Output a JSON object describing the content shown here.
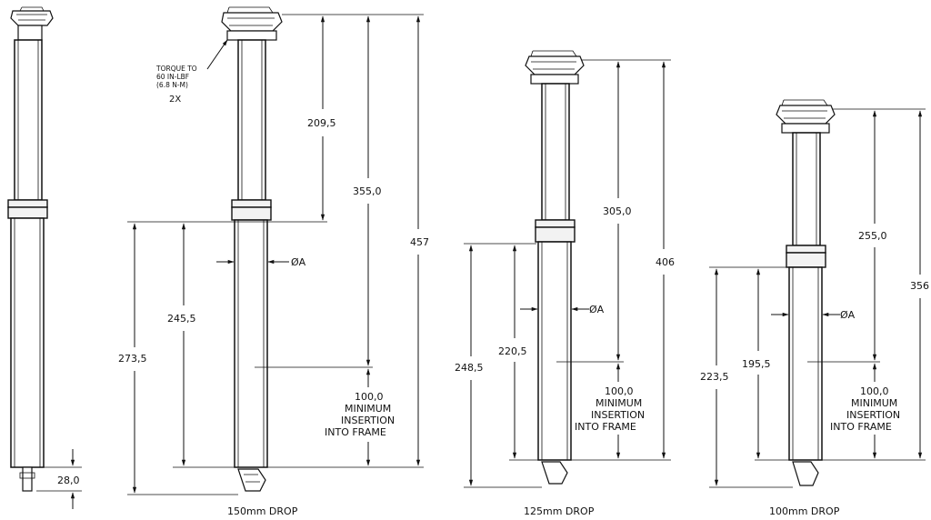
{
  "posts": [
    {
      "caption": "",
      "dims": {}
    },
    {
      "caption": "150mm DROP",
      "dims": {
        "d1": "209,5",
        "d2": "355,0",
        "d3": "457",
        "d4": "245,5",
        "d5": "273,5",
        "dia": "ØA",
        "min": [
          "100,0",
          "MINIMUM",
          "INSERTION",
          "INTO FRAME"
        ]
      },
      "torque_note": [
        "TORQUE TO",
        "60 IN-LBF",
        "(6.8 N-M)",
        "2X"
      ]
    },
    {
      "caption": "125mm DROP",
      "dims": {
        "d2": "305,0",
        "d3": "406",
        "d4": "220,5",
        "d5": "248,5",
        "dia": "ØA",
        "min": [
          "100,0",
          "MINIMUM",
          "INSERTION",
          "INTO FRAME"
        ]
      }
    },
    {
      "caption": "100mm DROP",
      "dims": {
        "d2": "255,0",
        "d3": "356",
        "d4": "195,5",
        "d5": "223,5",
        "dia": "ØA",
        "min": [
          "100,0",
          "MINIMUM",
          "INSERTION",
          "INTO FRAME"
        ]
      }
    }
  ],
  "bottom_dim": "28,0"
}
